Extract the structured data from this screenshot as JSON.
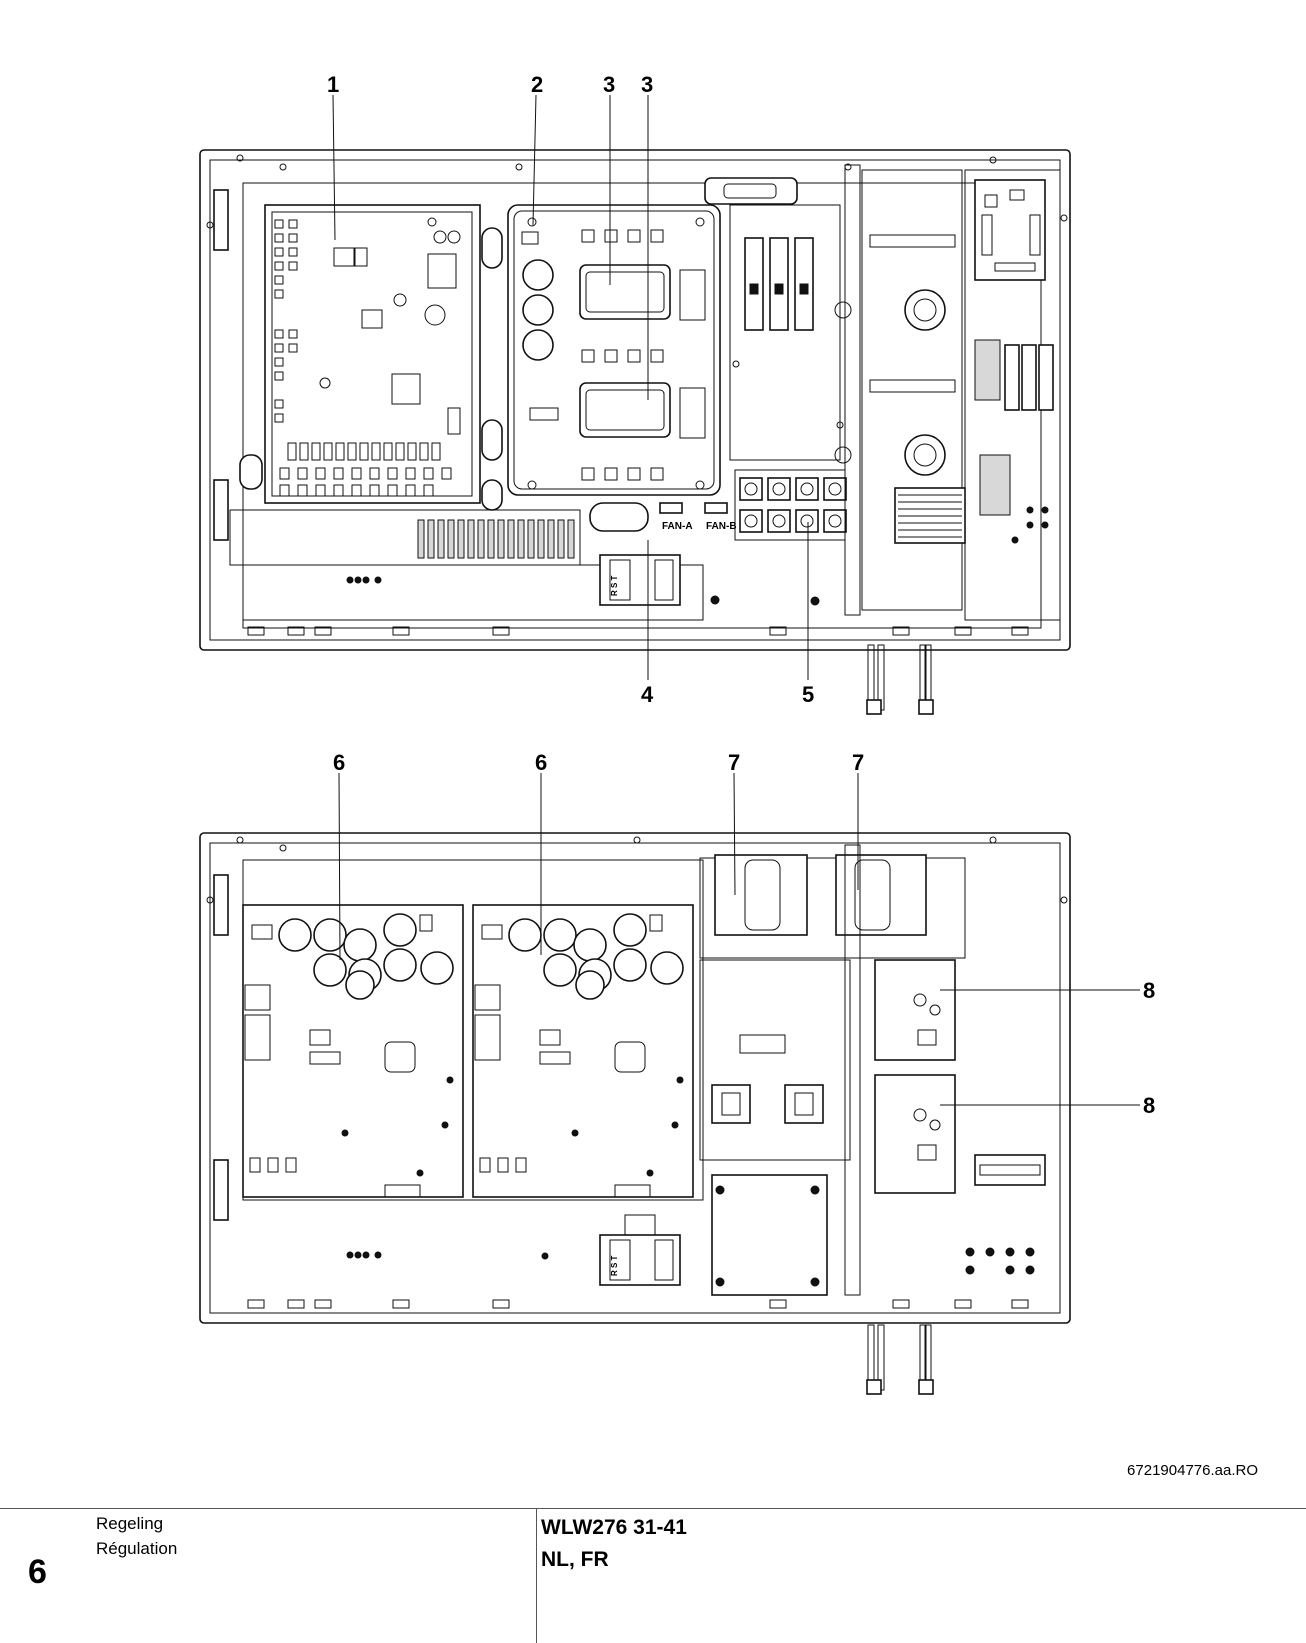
{
  "figure": {
    "callouts_top": [
      "1",
      "2",
      "3",
      "3",
      "4",
      "5"
    ],
    "callouts_bottom": [
      "6",
      "6",
      "7",
      "7",
      "8",
      "8"
    ],
    "connector_labels": [
      "FAN-A",
      "FAN-B"
    ],
    "phase_labels": "R S T",
    "document_number": "6721904776.aa.RO"
  },
  "footer": {
    "chapter_nl": "Regeling",
    "chapter_fr": "Régulation",
    "page_number": "6",
    "model": "WLW276 31-41",
    "languages": "NL, FR"
  }
}
